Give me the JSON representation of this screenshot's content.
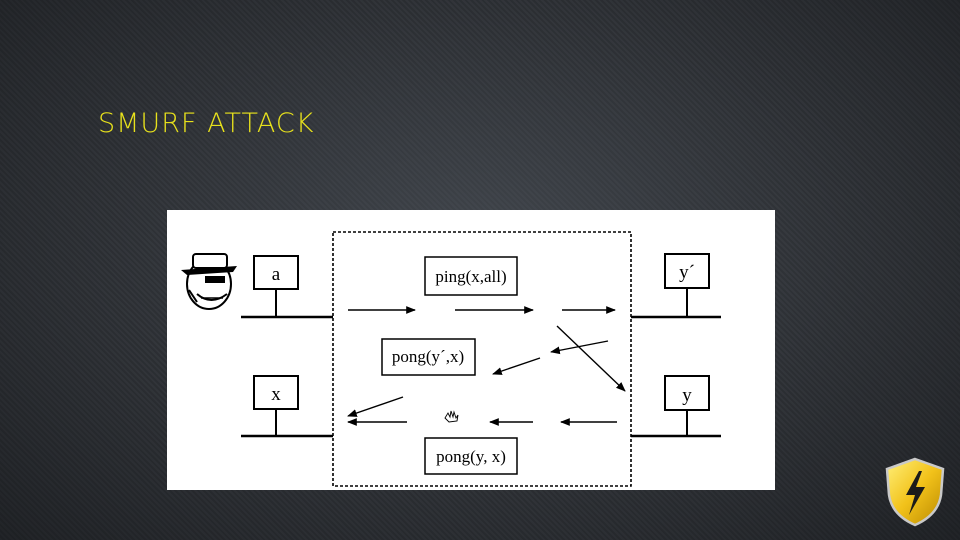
{
  "slide": {
    "title": "SMURF ATTACK",
    "accent_color": "#e8e21c",
    "background_color": "#2e3136",
    "badge_icon": "shield-lightning-icon"
  },
  "diagram": {
    "hosts": {
      "a": "a",
      "x": "x",
      "y_prime": "y´",
      "y": "y"
    },
    "messages": {
      "ping": "ping(x,all)",
      "pong_yprime": "pong(y´,x)",
      "pong_y": "pong(y, x)"
    },
    "attacker_icon": "spy-attacker-icon",
    "hand_icon": "pointing-hand-icon"
  }
}
